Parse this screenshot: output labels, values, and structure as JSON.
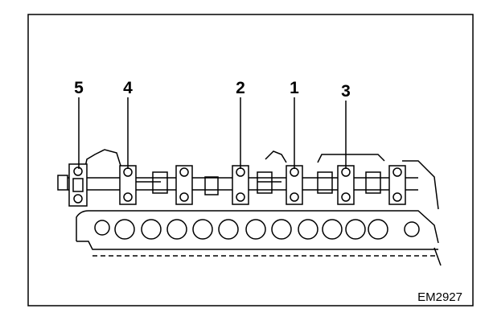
{
  "diagram": {
    "callouts": [
      "5",
      "4",
      "2",
      "1",
      "3"
    ],
    "figure_code": "EM2927"
  }
}
